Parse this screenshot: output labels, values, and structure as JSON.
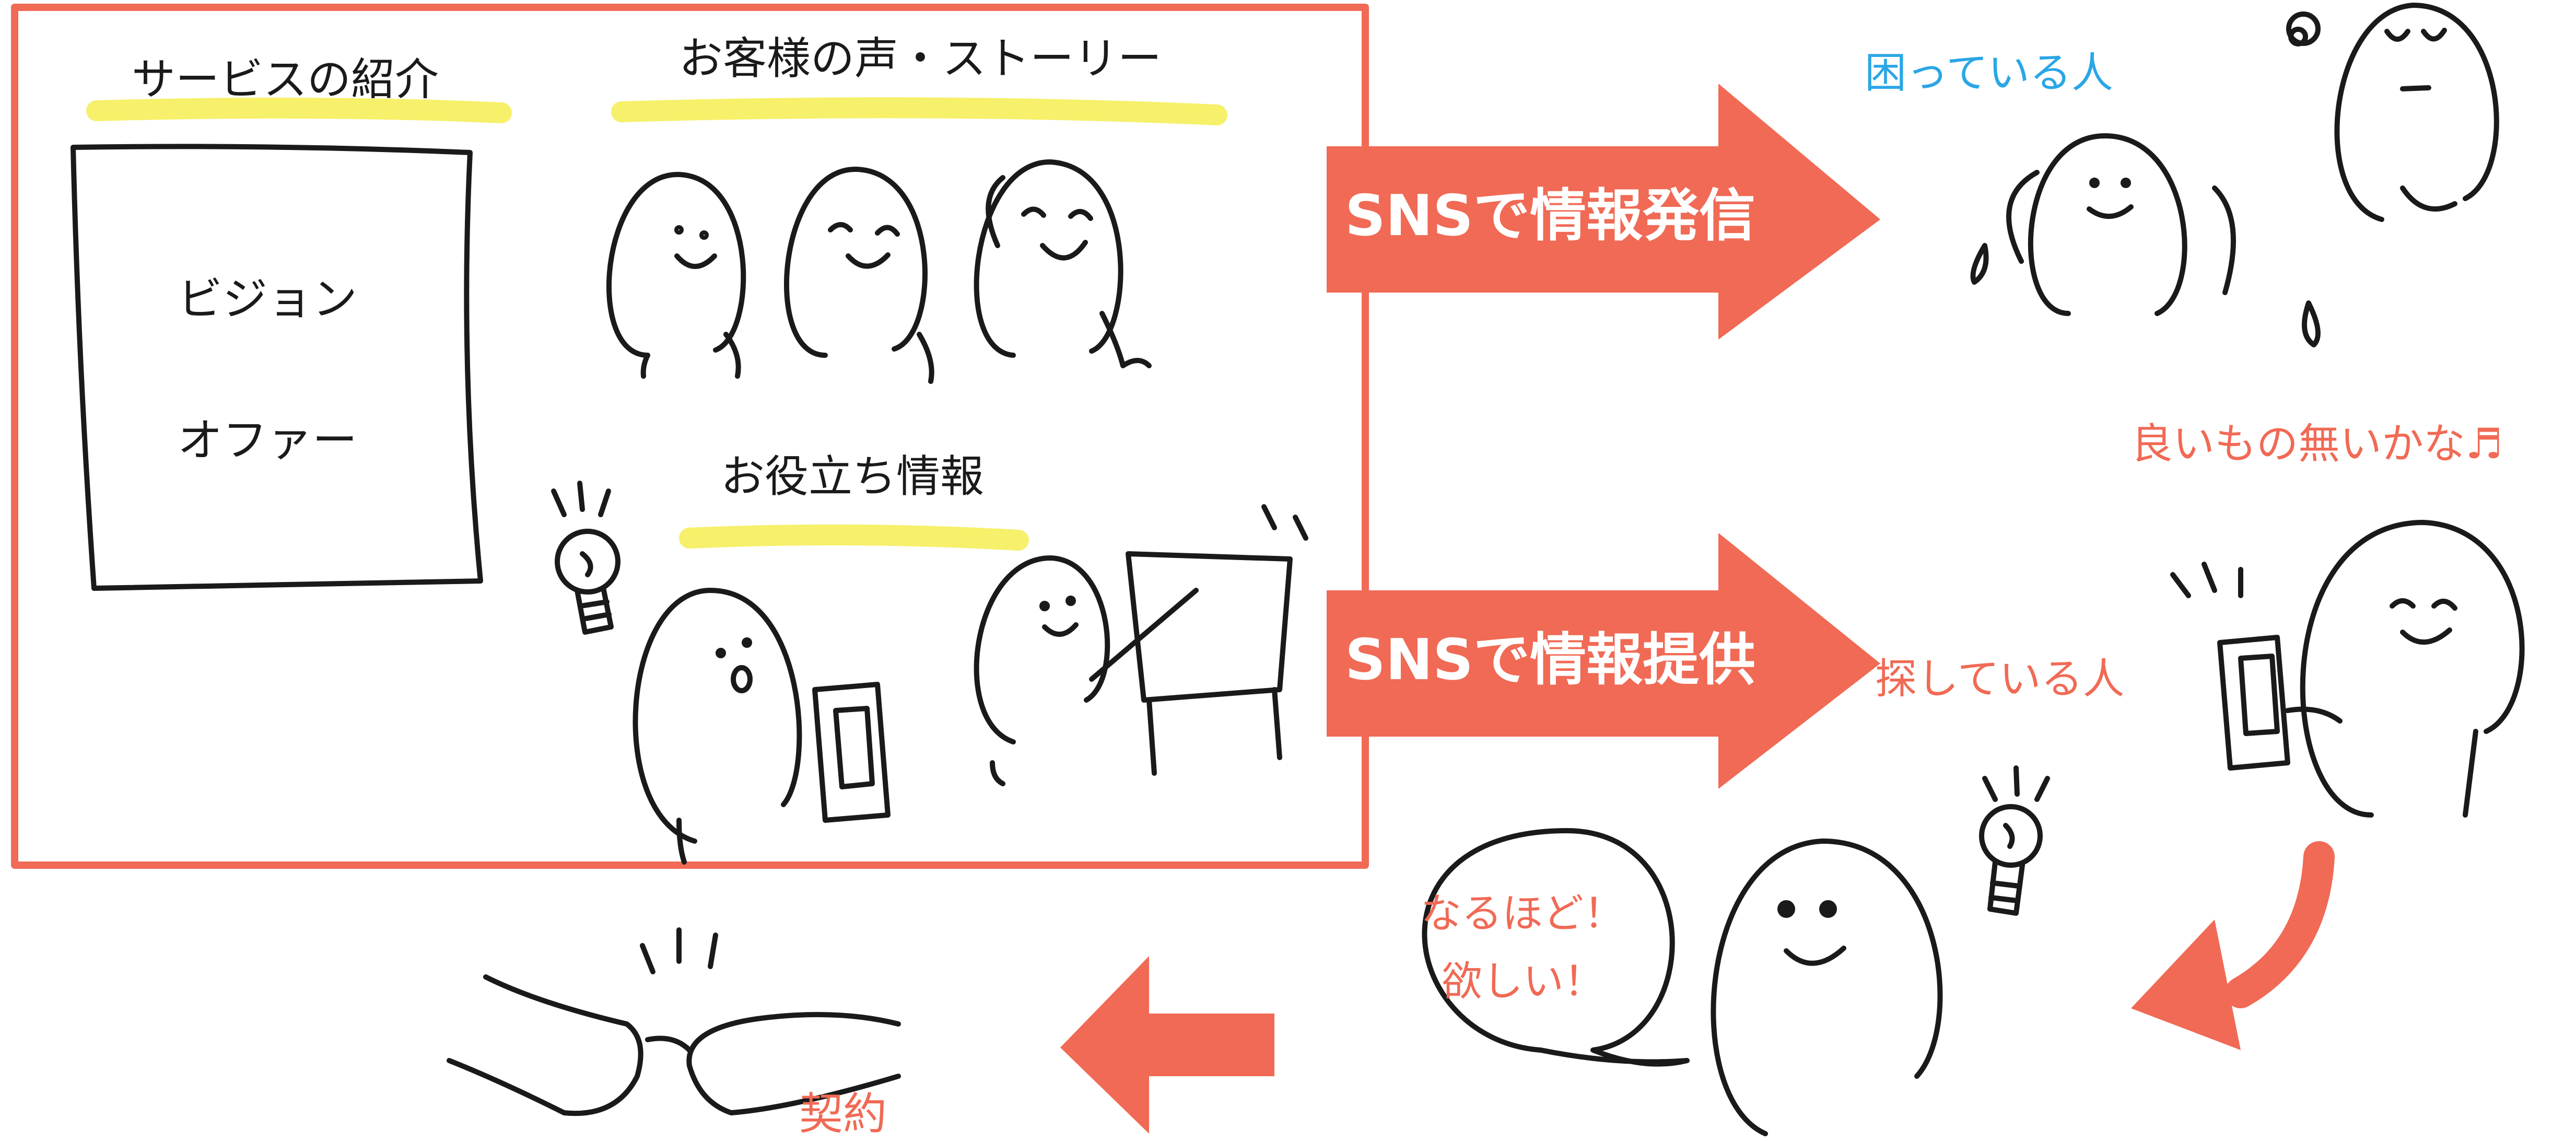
{
  "box": {
    "service_title": "サービスの紹介",
    "vision": "ビジョン",
    "offer": "オファー",
    "voice_title": "お客様の声・ストーリー",
    "tips_title": "お役立ち情報"
  },
  "arrows": {
    "send": "SNSで情報発信",
    "provide": "SNSで情報提供"
  },
  "people": {
    "troubled": "困っている人",
    "wish": "良いもの無いかな♬",
    "searching": "探している人",
    "bubble_line1": "なるほど！",
    "bubble_line2": "欲しい！",
    "contract": "契約"
  },
  "colors": {
    "accent_red": "#f06a55",
    "highlight_yellow": "#f5ee5a",
    "caption_blue": "#2aa6e6",
    "ink": "#1a1a1a"
  }
}
